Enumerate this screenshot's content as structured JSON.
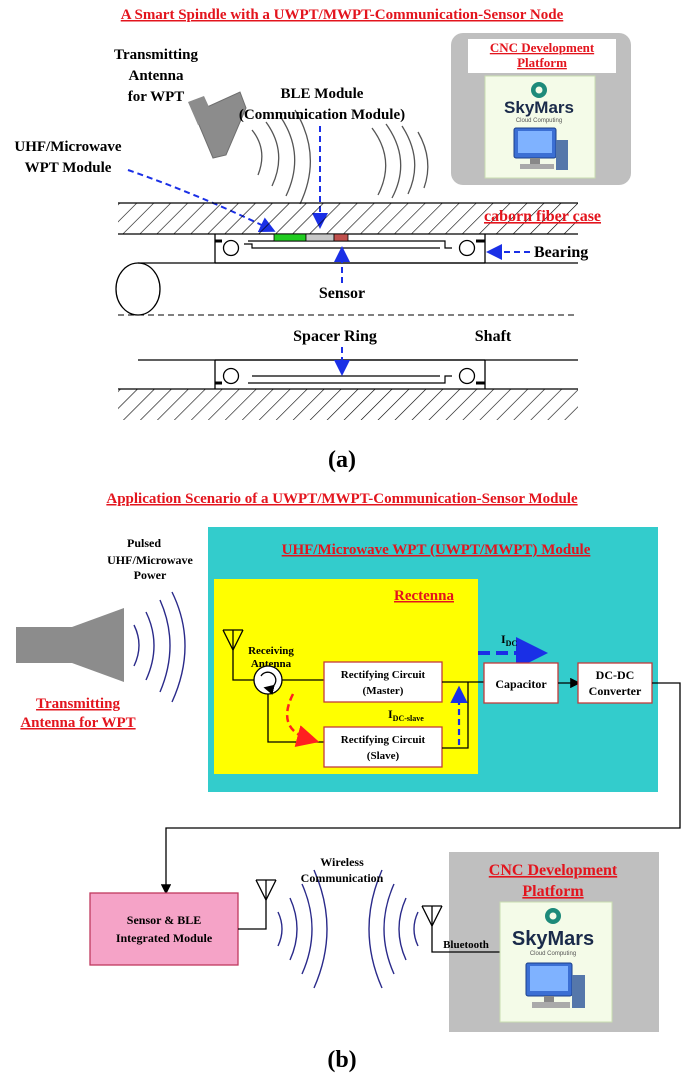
{
  "part_a": {
    "title": "A Smart Spindle with a UWPT/MWPT-Communication-Sensor Node",
    "tx_antenna_l1": "Transmitting",
    "tx_antenna_l2": "Antenna",
    "tx_antenna_l3": "for WPT",
    "ble_l1": "BLE Module",
    "ble_l2": "(Communication Module)",
    "uhf_l1": "UHF/Microwave",
    "uhf_l2": "WPT Module",
    "case_label": "caborn fiber case",
    "bearing_label": "Bearing",
    "sensor_label": "Sensor",
    "spacer_label": "Spacer Ring",
    "shaft_label": "Shaft",
    "cnc_l1": "CNC Development",
    "cnc_l2": "Platform",
    "caption": "(a)"
  },
  "part_b": {
    "title": "Application Scenario of a UWPT/MWPT-Communication-Sensor Module",
    "pulsed_l1": "Pulsed",
    "pulsed_l2": "UHF/Microwave",
    "pulsed_l3": "Power",
    "tx_l1": "Transmitting",
    "tx_l2": "Antenna for WPT",
    "module_title": "UHF/Microwave WPT (UWPT/MWPT) Module",
    "rectenna_title": "Rectenna",
    "rx_l1": "Receiving",
    "rx_l2": "Antenna",
    "rect_master_l1": "Rectifying Circuit",
    "rect_master_l2": "(Master)",
    "rect_slave_l1": "Rectifying Circuit",
    "rect_slave_l2": "(Slave)",
    "idc": "I",
    "idc_sub": "DC",
    "idc_slave": "I",
    "idc_slave_sub": "DC-slave",
    "capacitor": "Capacitor",
    "dcdc_l1": "DC-DC",
    "dcdc_l2": "Converter",
    "wireless_l1": "Wireless",
    "wireless_l2": "Communication",
    "bluetooth": "Bluetooth",
    "sensor_ble_l1": "Sensor & BLE",
    "sensor_ble_l2": "Integrated Module",
    "cnc_l1": "CNC Development",
    "cnc_l2": "Platform",
    "caption": "(b)"
  },
  "logo": {
    "brand": "SkyMars",
    "tagline": "Cloud Computing"
  },
  "colors": {
    "title_red": "#e3141d",
    "teal_module": "#33cccc",
    "yellow_rectenna": "#ffff00",
    "pink_module": "#f5a3c7",
    "gray_panel": "#bfbfbf",
    "blue_arrow": "#1a2fe6",
    "red_arrow": "#ff2020",
    "sensor_green": "#22cc22",
    "sensor_red": "#c0504d"
  }
}
